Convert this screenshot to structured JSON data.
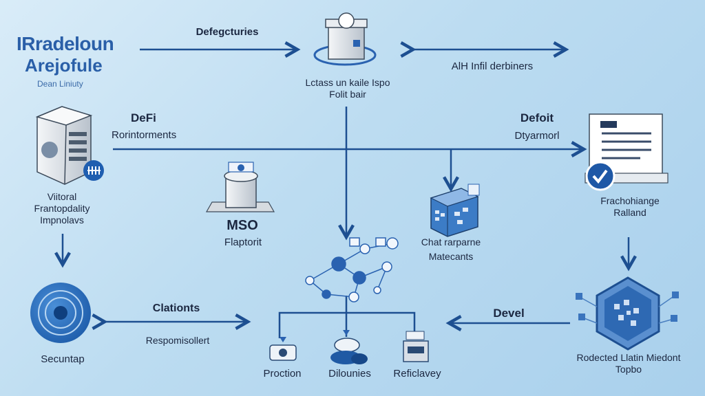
{
  "brand": {
    "line1": "IRradelоun",
    "line2": "Arejofule",
    "line3": "Dean Liniuty"
  },
  "labels": {
    "defegcturies": "Defegcturies",
    "top_center": [
      "Lctass un kaile Ispo",
      "Folit bair"
    ],
    "aih": "AlH Infil derbiners",
    "defi": "DeFi",
    "rorintorments": "Rorintorments",
    "defoit": "Defoit",
    "dtyarmorl": "Dtyarmorl",
    "viitoral": [
      "Viitoral",
      "Frantopdality",
      "Impnolavs"
    ],
    "mso": "MSO",
    "flaptorit": "Flaptorit",
    "chat": [
      "Chat rarparne",
      "Matecants"
    ],
    "frachoh": [
      "Frachohiange",
      "Ralland"
    ],
    "clationts": "Clationts",
    "respomisollert": "Respomisollert",
    "devel": "Devel",
    "secuntap": "Secuntap",
    "proction": "Proction",
    "dilounies": "Dilounies",
    "reficlavey": "Reficlavey",
    "rodected": [
      "Rodected Llatin Miedont",
      "Topbo"
    ]
  },
  "colors": {
    "arrow": "#1d4f91",
    "accent": "#2a62b0",
    "dark": "#15325e"
  },
  "icons": {
    "top": "server-box-icon",
    "left": "server-rack-icon",
    "mid": "database-cylinder-icon",
    "doc": "document-checklist-icon",
    "cube": "data-cube-icon",
    "network": "network-graph-icon",
    "disc": "target-disc-icon",
    "hex": "hexagon-cluster-icon"
  }
}
